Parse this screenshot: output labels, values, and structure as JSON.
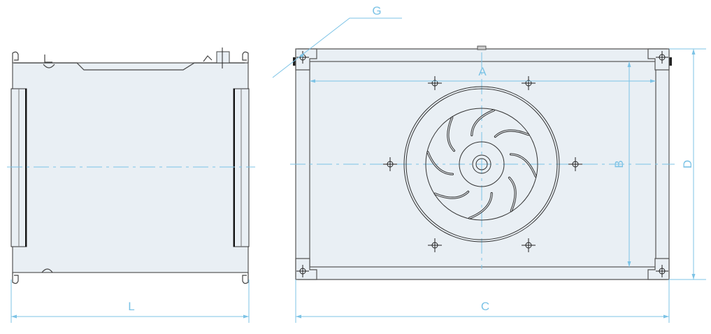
{
  "drawing": {
    "dimension_labels": {
      "L": "L",
      "C": "C",
      "A": "A",
      "B": "B",
      "D": "D",
      "G": "G"
    },
    "colors": {
      "dimension": "#7cc3e6",
      "panel": "#e9eff4",
      "outline": "#444444"
    },
    "fan_blade_count": 8
  }
}
